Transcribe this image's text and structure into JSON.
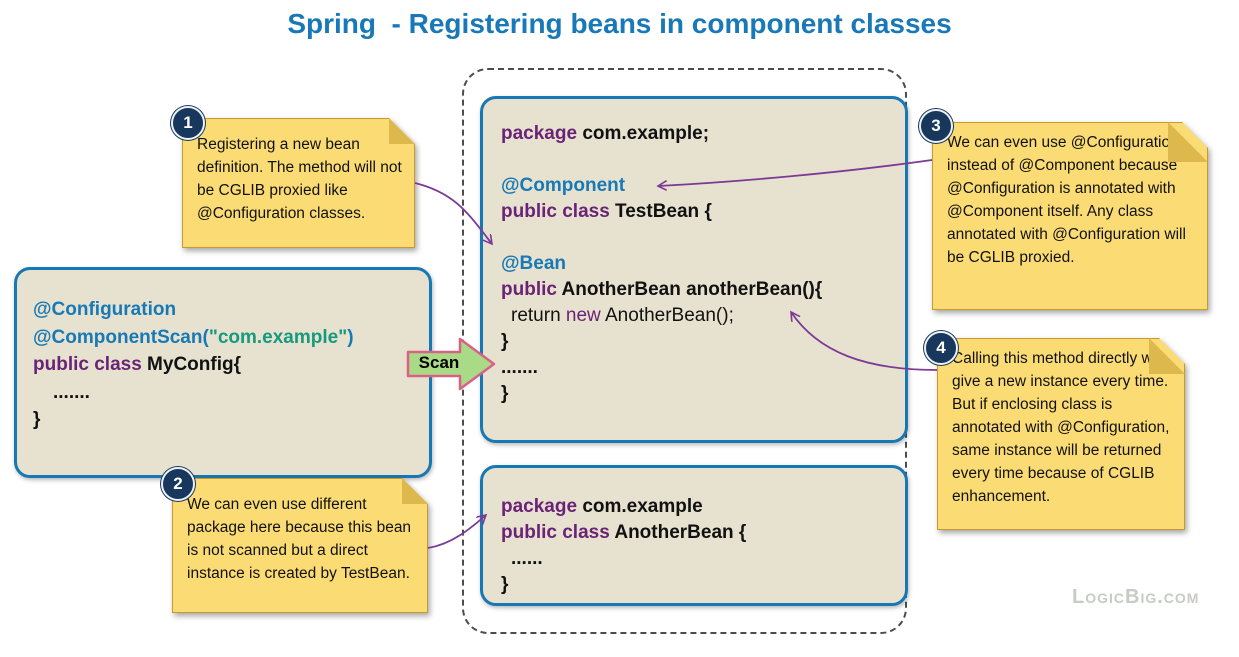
{
  "title": "Spring  - Registering beans in component classes",
  "scan_label": "Scan",
  "watermark": "LogicBig.com",
  "colors": {
    "title_blue": "#1878b8",
    "annotation_blue": "#1779b5",
    "keyword_purple": "#6a2377",
    "string_teal": "#169a7e",
    "code_background": "#e7e2cf",
    "code_border_blue": "#1878b4",
    "note_yellow": "#fbdc74",
    "badge_navy": "#17375d",
    "arrow_purple": "#7d3996",
    "scan_green": "#a9da85",
    "scan_border_pink": "#d96087"
  },
  "config_box": {
    "ann1": "@Configuration",
    "ann2_open": "@ComponentScan(",
    "ann2_str": "\"com.example\"",
    "ann2_close": ")",
    "kw": "public class ",
    "cls": "MyConfig{",
    "dots": ".......",
    "brace": "}"
  },
  "testbean_box": {
    "pkg_kw": "package ",
    "pkg": "com.example;",
    "ann_component": "@Component",
    "kw1": "public class ",
    "cls1": "TestBean {",
    "ann_bean": "@Bean",
    "kw2": "public ",
    "sig": "AnotherBean anotherBean(){",
    "ret_pre": "return ",
    "ret_new": "new",
    "ret_post": " AnotherBean();",
    "brace1": "}",
    "dots": ".......",
    "brace2": "}"
  },
  "anotherbean_box": {
    "pkg_kw": "package ",
    "pkg": "com.example",
    "kw": "public class ",
    "cls": "AnotherBean {",
    "dots": "......",
    "brace": "}"
  },
  "notes": [
    {
      "number": "1",
      "text": "Registering a new bean definition. The method will not be CGLIB proxied like @Configuration classes."
    },
    {
      "number": "2",
      "text": "We can even use different package here because this bean is not scanned but a direct instance is created by TestBean."
    },
    {
      "number": "3",
      "text": "We can even use @Configuration instead of @Component because @Configuration is annotated with @Component itself. Any class annotated with @Configuration will be CGLIB proxied."
    },
    {
      "number": "4",
      "text": "Calling this method directly will give a new instance every time. But if enclosing class is annotated with @Configuration, same instance will be returned every time because of CGLIB enhancement."
    }
  ]
}
